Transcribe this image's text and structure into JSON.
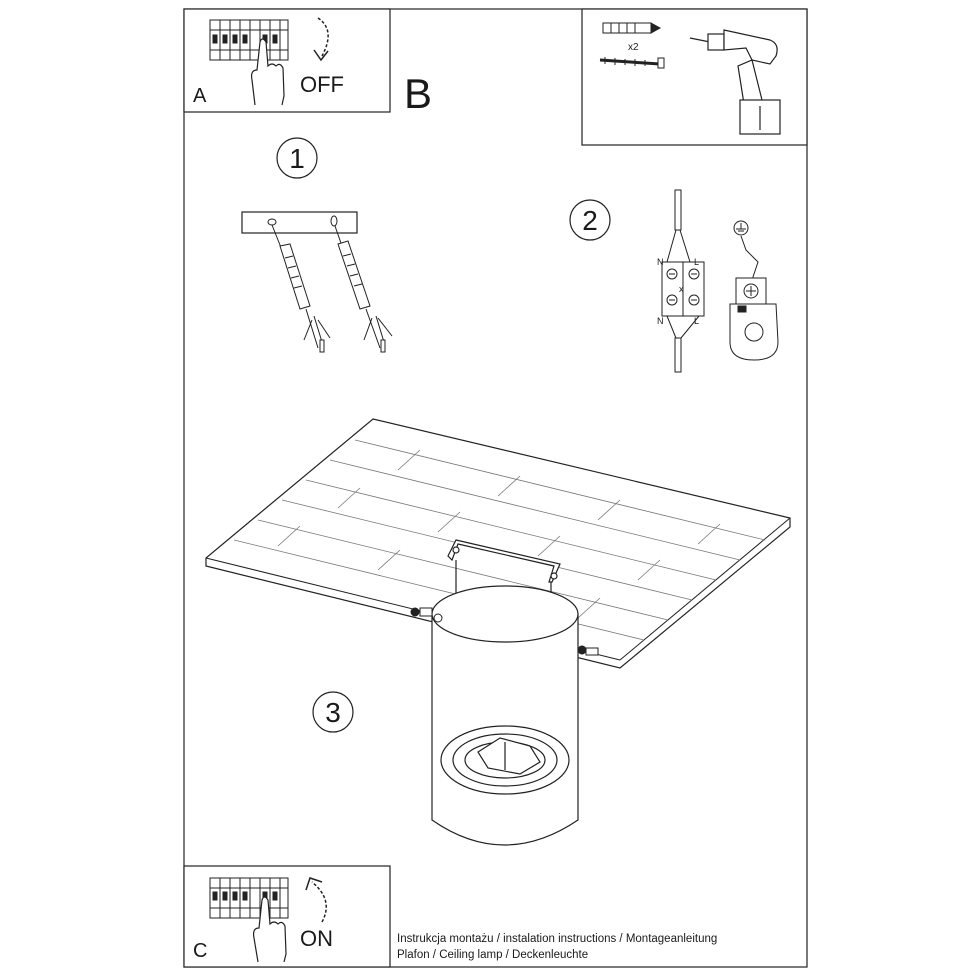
{
  "panels": {
    "a": {
      "letter": "A",
      "label": "OFF"
    },
    "b": {
      "letter": "B"
    },
    "c": {
      "letter": "C",
      "label": "ON"
    }
  },
  "tools": {
    "anchor_count": "x2"
  },
  "steps": [
    {
      "number": "1"
    },
    {
      "number": "2"
    },
    {
      "number": "3"
    }
  ],
  "wiring": {
    "neutral": "N",
    "live": "L",
    "junction": "x"
  },
  "footer": {
    "line1": "Instrukcja montażu / instalation instructions / Montageanleitung",
    "line2": "Plafon / Ceiling lamp / Deckenleuchte"
  }
}
